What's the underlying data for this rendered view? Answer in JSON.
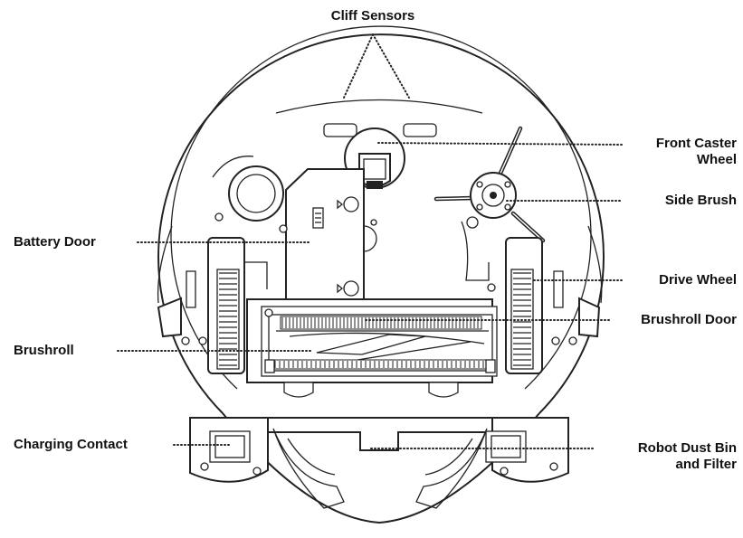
{
  "labels": {
    "cliff_sensors": "Cliff Sensors",
    "front_caster_wheel_line1": "Front Caster",
    "front_caster_wheel_line2": "Wheel",
    "side_brush": "Side Brush",
    "battery_door": "Battery Door",
    "drive_wheel": "Drive Wheel",
    "brushroll_door": "Brushroll Door",
    "brushroll": "Brushroll",
    "charging_contact": "Charging Contact",
    "dust_bin_line1": "Robot Dust Bin",
    "dust_bin_line2": "and Filter"
  },
  "colors": {
    "line": "#222222",
    "background": "#ffffff",
    "text": "#111111"
  }
}
